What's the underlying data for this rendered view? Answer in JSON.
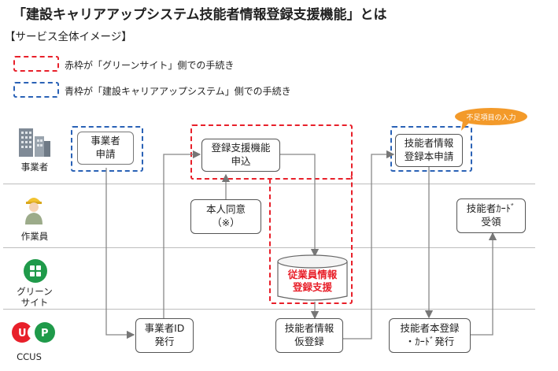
{
  "title": "「建設キャリアアップシステム技能者情報登録支援機能」とは",
  "subtitle": "【サービス全体イメージ】",
  "legend": {
    "red_text": "赤枠が「グリーンサイト」側での手続き",
    "blue_text": "青枠が「建設キャリアアップシステム」側での手続き",
    "red_color": "#e8202a",
    "blue_color": "#2a62b6"
  },
  "actors": {
    "employer": {
      "label": "事業者",
      "icon": "buildings-icon"
    },
    "worker": {
      "label": "作業員",
      "icon": "worker-icon"
    },
    "greensite": {
      "label": "グリーン\nサイト",
      "icon": "greensite-logo"
    },
    "ccus": {
      "label": "CCUS",
      "icon": "ccus-logo"
    }
  },
  "nodes": {
    "employer_apply": "事業者\n申請",
    "registration_support_apply": "登録支援機能\n申込",
    "consent": "本人同意\n（※）",
    "employee_db": "従業員情報\n登録支援",
    "employer_id": "事業者ID\n発行",
    "provisional": "技能者情報\n仮登録",
    "main_apply": "技能者情報\n登録本申請",
    "final_register": "技能者本登録\n・ｶｰﾄﾞ発行",
    "card_receive": "技能者ｶｰﾄﾞ\n受領",
    "bubble": "不足項目の入力"
  }
}
